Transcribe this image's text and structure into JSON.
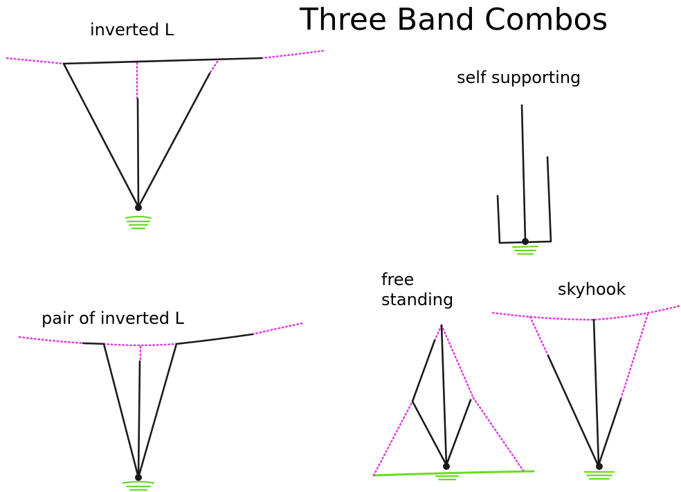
{
  "title": "Three Band Combos",
  "labels": {
    "inverted_l": "inverted L",
    "self_supporting": "self supporting",
    "pair_of_inverted_l": "pair of inverted L",
    "free_standing_line1": "free",
    "free_standing_line2": "standing",
    "skyhook": "skyhook"
  },
  "colors": {
    "wire": "#1a1a1a",
    "dotted_extension": "#e040e0",
    "ground": "#66dd22",
    "background": "#ffffff"
  },
  "icons": {
    "ground_symbol": "ground-icon",
    "feedpoint": "feedpoint-dot-icon"
  }
}
